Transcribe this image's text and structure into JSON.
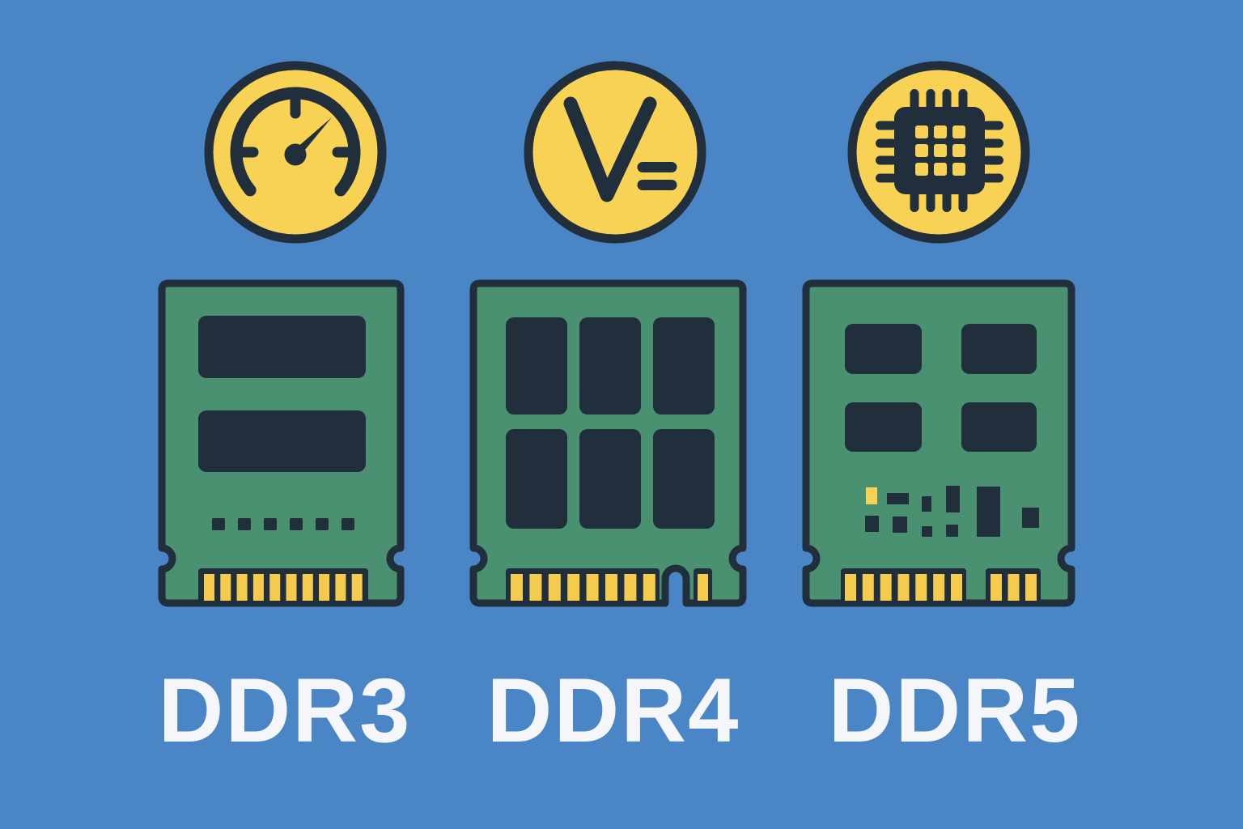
{
  "palette": {
    "bg": "#4a85c5",
    "dark": "#212e3c",
    "green": "#4a9171",
    "yellow": "#f7d254",
    "gold": "#f5cb4e",
    "text": "#f4f6f9"
  },
  "columns": [
    {
      "label": "DDR3",
      "icon": "speedometer-icon"
    },
    {
      "label": "DDR4",
      "icon": "voltage-icon",
      "icon_symbol": "V="
    },
    {
      "label": "DDR5",
      "icon": "chip-icon"
    }
  ]
}
